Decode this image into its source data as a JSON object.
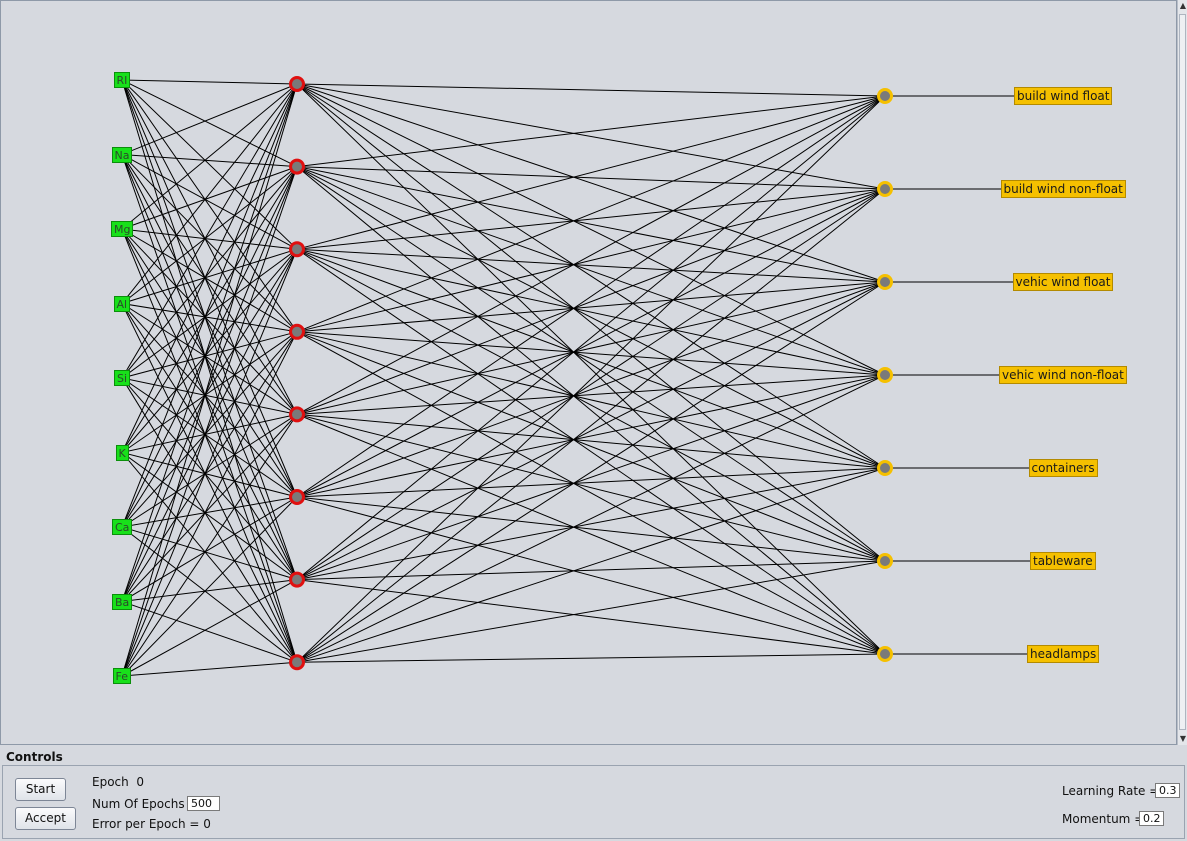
{
  "network": {
    "inputs": [
      "RI",
      "Na",
      "Mg",
      "Al",
      "Si",
      "K",
      "Ca",
      "Ba",
      "Fe"
    ],
    "hidden_count": 8,
    "outputs": [
      "build wind float",
      "build wind non-float",
      "vehic wind float",
      "vehic wind non-float",
      "containers",
      "tableware",
      "headlamps"
    ],
    "colors": {
      "input": "#18e01a",
      "hidden_ring": "#e01010",
      "output_ring": "#f5c000",
      "node_fill": "#7a7a7a",
      "edge": "#000000"
    }
  },
  "controls": {
    "title": "Controls",
    "start_label": "Start",
    "accept_label": "Accept",
    "epoch_label": "Epoch",
    "epoch_value": "0",
    "num_epochs_label": "Num Of Epochs",
    "num_epochs_value": "500",
    "error_text": "Error per Epoch = 0",
    "learning_rate_label": "Learning Rate =",
    "learning_rate_value": "0.3",
    "momentum_label": "Momentum =",
    "momentum_value": "0.2"
  },
  "icons": {
    "scroll_up": "scroll-up-arrow-icon",
    "scroll_down": "scroll-down-arrow-icon"
  }
}
